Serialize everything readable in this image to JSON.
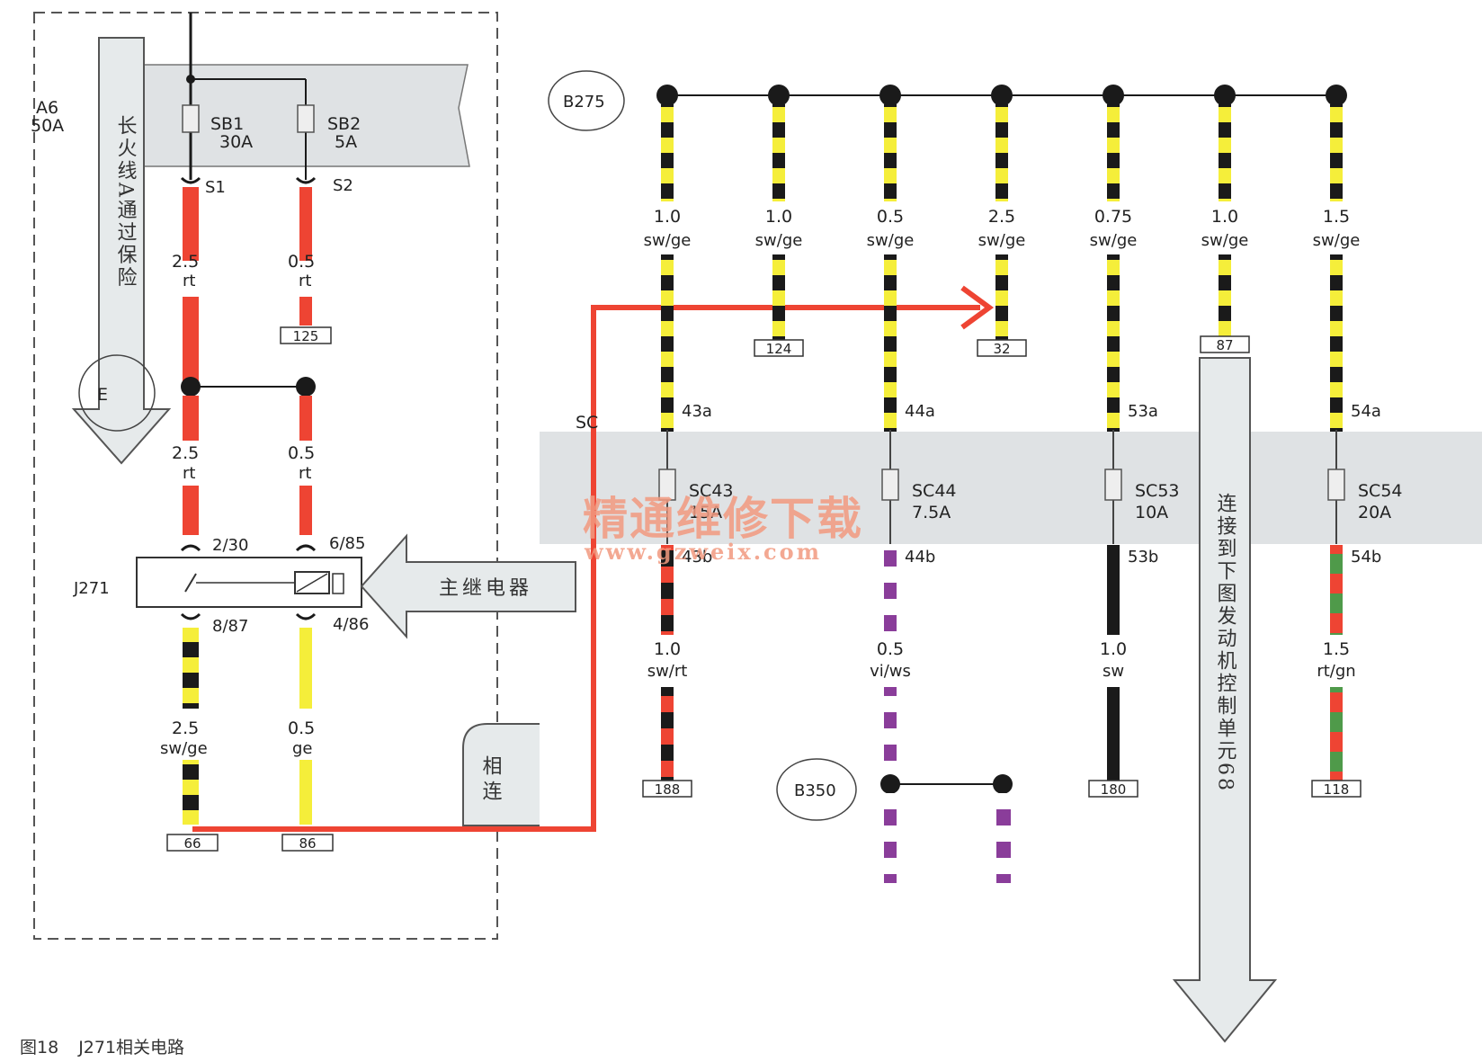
{
  "diagram": {
    "left_box": {
      "label": "A6",
      "amp": "50A"
    },
    "fuses_top": [
      {
        "id": "SB1",
        "amp": "30A",
        "pin": "S1"
      },
      {
        "id": "SB2",
        "amp": "5A",
        "pin": "S2"
      }
    ],
    "annotations": {
      "feed_arrow": "长火线A通过保险",
      "relay_arrow": "主继电器",
      "connected": "相连",
      "down_arrow": "连接到下图发动机控制单元68",
      "sc_label": "SC",
      "partial_e": "E"
    },
    "left_wires": {
      "w1": {
        "size": "2.5",
        "color": "rt"
      },
      "w2": {
        "size": "0.5",
        "color": "rt"
      },
      "w3": {
        "size": "2.5",
        "color": "rt"
      },
      "w4": {
        "size": "0.5",
        "color": "rt"
      },
      "w5": {
        "size": "2.5",
        "color": "sw/ge"
      },
      "w6": {
        "size": "0.5",
        "color": "ge"
      }
    },
    "relay": {
      "id": "J271",
      "pins": [
        "2/30",
        "6/85",
        "8/87",
        "4/86"
      ]
    },
    "left_terminals": [
      "125",
      "66",
      "86"
    ],
    "b275": {
      "label": "B275",
      "wires": [
        {
          "size": "1.0",
          "color": "sw/ge",
          "terminal": ""
        },
        {
          "size": "1.0",
          "color": "sw/ge",
          "terminal": "124"
        },
        {
          "size": "0.5",
          "color": "sw/ge",
          "terminal": ""
        },
        {
          "size": "2.5",
          "color": "sw/ge",
          "terminal": "32"
        },
        {
          "size": "0.75",
          "color": "sw/ge",
          "terminal": ""
        },
        {
          "size": "1.0",
          "color": "sw/ge",
          "terminal": "87"
        },
        {
          "size": "1.5",
          "color": "sw/ge",
          "terminal": ""
        }
      ]
    },
    "sc_fuses": [
      {
        "id": "SC43",
        "amp": "15A",
        "in": "43a",
        "out": "43b",
        "wire_size": "1.0",
        "wire_color": "sw/rt",
        "terminal": "188"
      },
      {
        "id": "SC44",
        "amp": "7.5A",
        "in": "44a",
        "out": "44b",
        "wire_size": "0.5",
        "wire_color": "vi/ws",
        "terminal": ""
      },
      {
        "id": "SC53",
        "amp": "10A",
        "in": "53a",
        "out": "53b",
        "wire_size": "1.0",
        "wire_color": "sw",
        "terminal": "180"
      },
      {
        "id": "SC54",
        "amp": "20A",
        "in": "54a",
        "out": "54b",
        "wire_size": "1.5",
        "wire_color": "rt/gn",
        "terminal": "118"
      }
    ],
    "b350": {
      "label": "B350"
    },
    "watermark": {
      "cn": "精通维修下载",
      "url": "www.gzweix.com"
    },
    "colors": {
      "red": "#ee4433",
      "yellow": "#f5ee3a",
      "black": "#1a1a1a",
      "violet": "#8a3d9a",
      "white": "#ffffff",
      "green": "#4f9a4a",
      "band": "#dfe2e4",
      "arrow": "#e6eaeb"
    }
  },
  "caption": {
    "figure": "图18",
    "title": "J271相关电路"
  }
}
